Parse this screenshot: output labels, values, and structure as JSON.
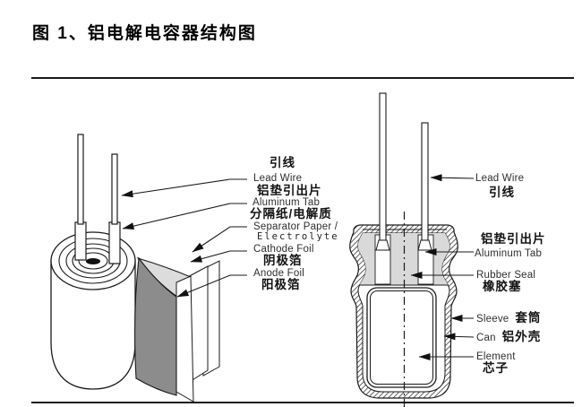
{
  "figure_title": "图 1、铝电解电容器结构图",
  "left_labels": {
    "lead_wire_zh": "引线",
    "lead_wire_en": "Lead Wire",
    "aluminum_tab_zh": "铝垫引出片",
    "aluminum_tab_en": "Aluminum Tab",
    "separator_zh": "分隔纸/电解质",
    "separator_en": "Separator Paper /",
    "electrolyte_en": "Electrolyte",
    "cathode_en": "Cathode Foil",
    "cathode_zh": "阴极箔",
    "anode_en": "Anode Foil",
    "anode_zh": "阳极箔"
  },
  "right_labels": {
    "lead_wire_en": "Lead Wire",
    "lead_wire_zh": "引线",
    "aluminum_tab_zh": "铝垫引出片",
    "aluminum_tab_en": "Aluminum Tab",
    "rubber_seal_en": "Rubber Seal",
    "rubber_seal_zh": "橡胶塞",
    "sleeve_en": "Sleeve",
    "sleeve_zh": "套筒",
    "can_en": "Can",
    "can_zh": "铝外壳",
    "element_en": "Element",
    "element_zh": "芯子"
  },
  "colors": {
    "background": "#ffffff",
    "line": "#1a1a1a",
    "anode_foil": "#8c8c8c",
    "separator_paper": "#dcdcdc",
    "rubber_seal": "#d9d9d9"
  }
}
